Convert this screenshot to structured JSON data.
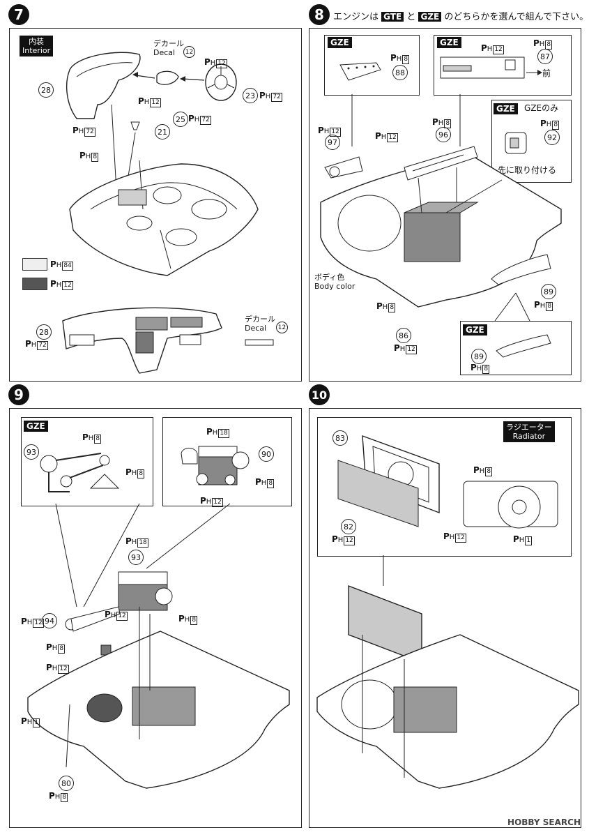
{
  "step7": {
    "number": "7",
    "interior_label": "内装\nInterior",
    "decal_top": "デカール\nDecal",
    "decal_top_num": "12",
    "decal_bottom": "デカール\nDecal",
    "decal_bottom_num": "12",
    "parts": [
      "28",
      "25",
      "23",
      "21",
      "28"
    ],
    "paints": [
      "12",
      "12",
      "72",
      "72",
      "72",
      "8",
      "72"
    ],
    "swatches": [
      {
        "code": "84",
        "color": "#efefef"
      },
      {
        "code": "12",
        "color": "#555555"
      }
    ]
  },
  "step8": {
    "number": "8",
    "instruction": "エンジンは",
    "instruction_tag1": "GTE",
    "instruction_mid": "と",
    "instruction_tag2": "GZE",
    "instruction_end": "のどちらかを選んで組んで下さい。",
    "gze": "GZE",
    "gze_only": "GZEのみ",
    "attach_first": "先に取り付ける",
    "front": "前",
    "body_color": "ボディ色\nBody color",
    "parts": [
      "88",
      "87",
      "92",
      "97",
      "96",
      "89",
      "86",
      "89"
    ],
    "paints": [
      "8",
      "12",
      "8",
      "8",
      "12",
      "12",
      "8",
      "8",
      "8",
      "12",
      "8"
    ]
  },
  "step9": {
    "number": "9",
    "gze": "GZE",
    "parts": [
      "93",
      "90",
      "93",
      "94",
      "80"
    ],
    "paints": [
      "8",
      "8",
      "18",
      "8",
      "12",
      "18",
      "12",
      "12",
      "8",
      "8",
      "12",
      "1",
      "8"
    ]
  },
  "step10": {
    "number": "10",
    "radiator_label": "ラジエーター\nRadiator",
    "parts": [
      "83",
      "82"
    ],
    "paints": [
      "12",
      "8",
      "12",
      "1"
    ]
  },
  "watermark": "HOBBY SEARCH"
}
